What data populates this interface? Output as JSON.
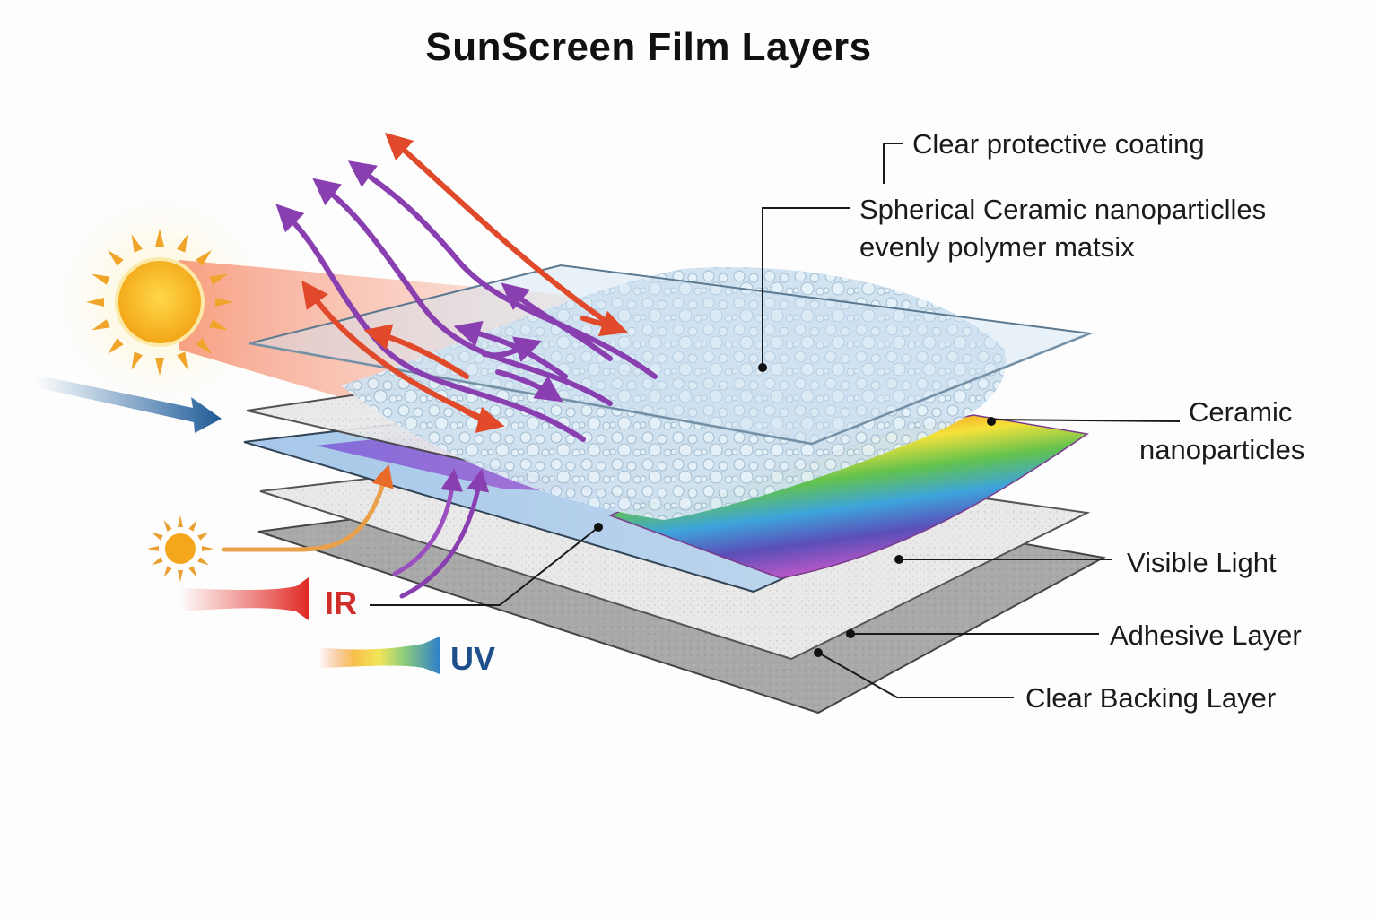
{
  "title": "SunScreen Film Layers",
  "labels": {
    "clear_protective_coating": "Clear protective coating",
    "spherical_line1": "Spherical Ceramic nanoparticlles",
    "spherical_line2": "evenly polymer matsix",
    "ceramic_line1": "Ceramic",
    "ceramic_line2": "nanoparticles",
    "visible_light": "Visible Light",
    "adhesive_layer": "Adhesive Layer",
    "clear_backing_layer": "Clear Backing Layer"
  },
  "bands": {
    "ir": "IR",
    "uv": "UV"
  },
  "layers_top_to_bottom": [
    "Clear protective coating",
    "Spherical Ceramic nanoparticles in polymer matrix",
    "Ceramic nanoparticles (rainbow film)",
    "Visible Light layer",
    "Adhesive Layer",
    "Clear Backing Layer"
  ],
  "icons": [
    "sun-icon",
    "small-sun-icon",
    "incoming-arrow-icon",
    "ir-beam-icon",
    "uv-beam-icon",
    "reflected-arrow-icon"
  ],
  "colors": {
    "ir_red": "#d8322a",
    "uv_blue": "#1e4f8c",
    "reflect_purple": "#8a3fb0",
    "reflect_red": "#e04a2a",
    "film_blue": "#bcd6ea",
    "sun_orange": "#f3a21c"
  }
}
